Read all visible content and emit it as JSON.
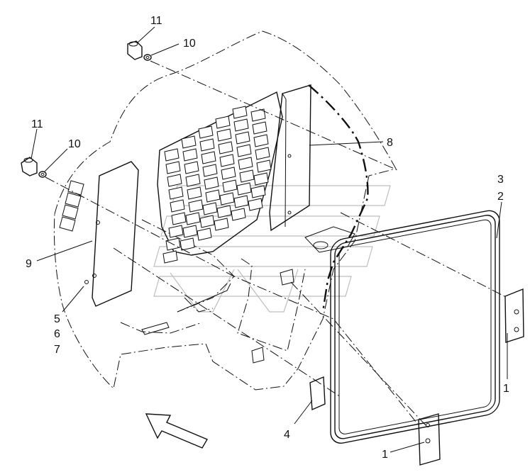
{
  "callouts": {
    "c11a": "11",
    "c10a": "10",
    "c11b": "11",
    "c10b": "10",
    "c8": "8",
    "c3": "3",
    "c2": "2",
    "c9": "9",
    "c5": "5",
    "c6": "6",
    "c7": "7",
    "c1a": "1",
    "c4": "4",
    "c1b": "1"
  }
}
